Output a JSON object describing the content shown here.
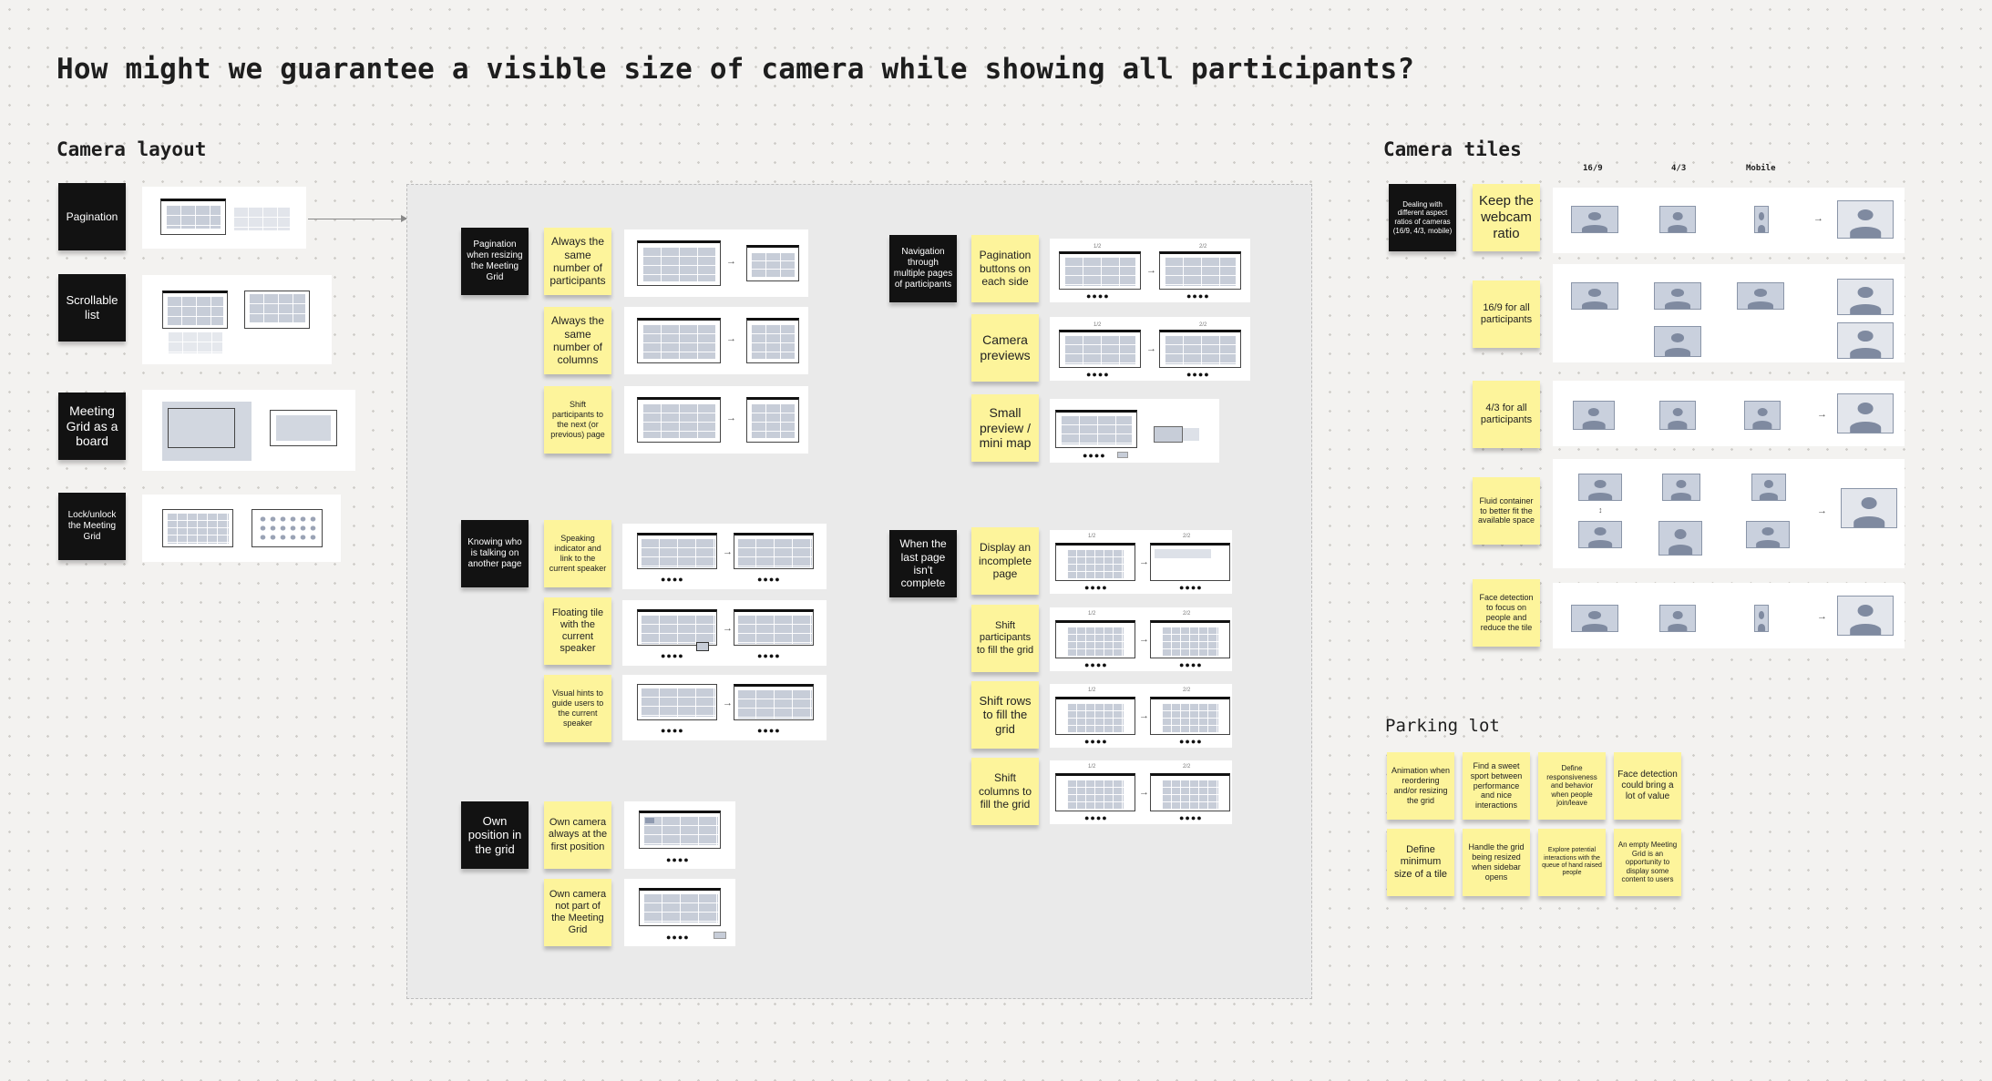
{
  "title": "How might we guarantee a visible size of camera while showing all participants?",
  "sections": {
    "camera_layout": "Camera layout",
    "camera_tiles": "Camera tiles",
    "parking_lot": "Parking lot"
  },
  "camera_layout_items": [
    "Pagination",
    "Scrollable list",
    "Meeting Grid as a board",
    "Lock/unlock the Meeting Grid"
  ],
  "board": {
    "pagination_resize": {
      "header": "Pagination when resizing the Meeting Grid",
      "options": [
        "Always the same number of participants",
        "Always the same number of columns",
        "Shift participants to the next (or previous) page"
      ]
    },
    "navigation": {
      "header": "Navigation through multiple pages of participants",
      "options": [
        "Pagination buttons on each side",
        "Camera previews",
        "Small preview / mini map"
      ]
    },
    "knowing": {
      "header": "Knowing who is talking on another page",
      "options": [
        "Speaking indicator and link to the current speaker",
        "Floating tile with the current speaker",
        "Visual hints to guide users to the current speaker"
      ]
    },
    "last_page": {
      "header": "When the last page isn't complete",
      "options": [
        "Display an incomplete page",
        "Shift participants to fill the grid",
        "Shift rows to fill the grid",
        "Shift columns to fill the grid"
      ]
    },
    "own_position": {
      "header": "Own position in the grid",
      "options": [
        "Own camera always at the first position",
        "Own camera not part of the Meeting Grid"
      ]
    }
  },
  "camera_tiles": {
    "header": "Dealing with different aspect ratios of cameras (16/9, 4/3, mobile)",
    "columns": [
      "16/9",
      "4/3",
      "Mobile"
    ],
    "options": [
      "Keep the webcam ratio",
      "16/9 for all participants",
      "4/3 for all participants",
      "Fluid container to better fit the available space",
      "Face detection to focus on people and reduce the tile"
    ]
  },
  "parking_lot_notes": [
    "Animation when reordering and/or resizing the grid",
    "Find a sweet sport between performance and nice interactions",
    "Define responsiveness and behavior when people join/leave",
    "Face detection could bring a lot of value",
    "Define minimum size of a tile",
    "Handle the grid being resized when sidebar opens",
    "Explore potential interactions with the queue of hand raised people",
    "An empty Meeting Grid is an opportunity to display some content to users"
  ],
  "mockup_text": {
    "dots": "●●●●",
    "arrow": "→",
    "page_labels": [
      "1/2",
      "2/2"
    ],
    "fluid_arrow": "↕"
  },
  "colors": {
    "sticky_yellow": "#fdf49b",
    "sticky_black": "#121212",
    "board_bg": "#eaeaea",
    "tile_fill": "#c9d0dd"
  }
}
